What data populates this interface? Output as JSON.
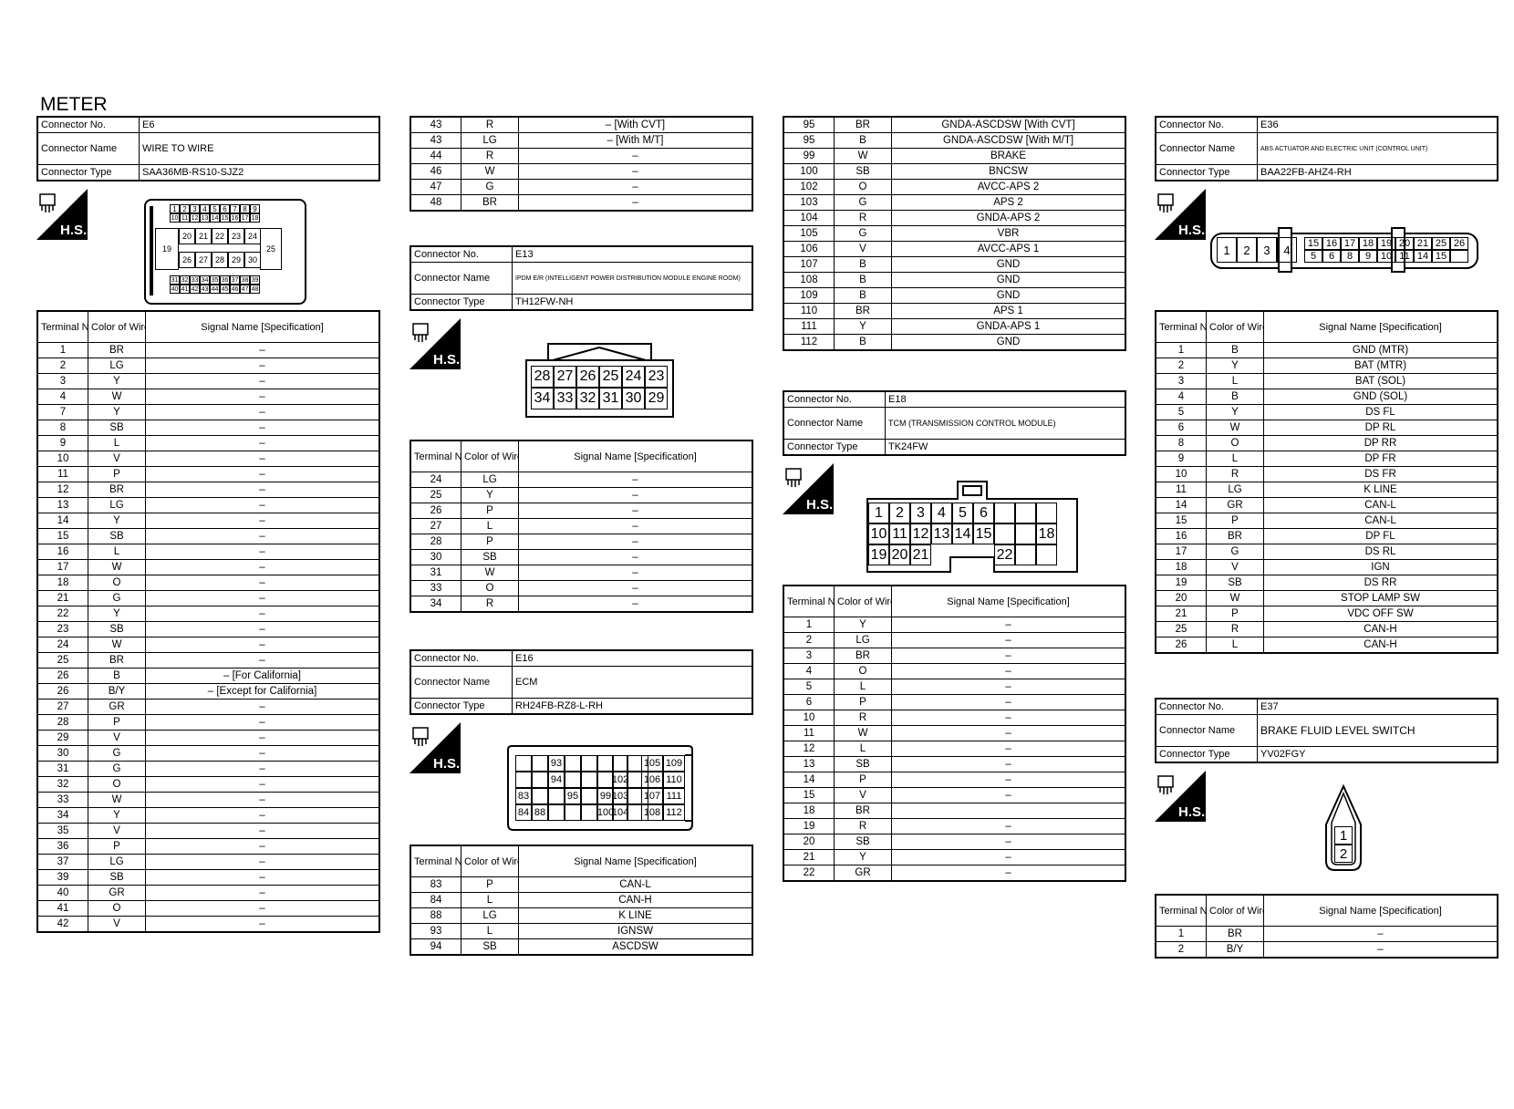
{
  "page_title": "METER",
  "hs_label": "H.S.",
  "headers": {
    "terminal": "Terminal No.",
    "color": "Color of Wire",
    "signal": "Signal Name [Specification]"
  },
  "labels": {
    "no": "Connector No.",
    "name": "Connector Name",
    "type": "Connector Type"
  },
  "e6": {
    "no": "E6",
    "name": "WIRE TO WIRE",
    "type": "SAA36MB-RS10-SJZ2",
    "diagram": {
      "row1": [
        "1",
        "2",
        "3",
        "4",
        "5",
        "6",
        "7",
        "8",
        "9"
      ],
      "row2": [
        "10",
        "11",
        "12",
        "13",
        "14",
        "15",
        "16",
        "17",
        "18"
      ],
      "row3": [
        "20",
        "21",
        "22",
        "23",
        "24"
      ],
      "row4": [
        "26",
        "27",
        "28",
        "29",
        "30"
      ],
      "left": "19",
      "right": "25",
      "row5": [
        "31",
        "32",
        "33",
        "34",
        "35",
        "36",
        "37",
        "38",
        "39"
      ],
      "row6": [
        "40",
        "41",
        "42",
        "43",
        "44",
        "45",
        "46",
        "47",
        "48"
      ]
    },
    "rows": [
      [
        "1",
        "BR",
        "–"
      ],
      [
        "2",
        "LG",
        "–"
      ],
      [
        "3",
        "Y",
        "–"
      ],
      [
        "4",
        "W",
        "–"
      ],
      [
        "7",
        "Y",
        "–"
      ],
      [
        "8",
        "SB",
        "–"
      ],
      [
        "9",
        "L",
        "–"
      ],
      [
        "10",
        "V",
        "–"
      ],
      [
        "11",
        "P",
        "–"
      ],
      [
        "12",
        "BR",
        "–"
      ],
      [
        "13",
        "LG",
        "–"
      ],
      [
        "14",
        "Y",
        "–"
      ],
      [
        "15",
        "SB",
        "–"
      ],
      [
        "16",
        "L",
        "–"
      ],
      [
        "17",
        "W",
        "–"
      ],
      [
        "18",
        "O",
        "–"
      ],
      [
        "21",
        "G",
        "–"
      ],
      [
        "22",
        "Y",
        "–"
      ],
      [
        "23",
        "SB",
        "–"
      ],
      [
        "24",
        "W",
        "–"
      ],
      [
        "25",
        "BR",
        "–"
      ],
      [
        "26",
        "B",
        "– [For California]"
      ],
      [
        "26",
        "B/Y",
        "– [Except for California]"
      ],
      [
        "27",
        "GR",
        "–"
      ],
      [
        "28",
        "P",
        "–"
      ],
      [
        "29",
        "V",
        "–"
      ],
      [
        "30",
        "G",
        "–"
      ],
      [
        "31",
        "G",
        "–"
      ],
      [
        "32",
        "O",
        "–"
      ],
      [
        "33",
        "W",
        "–"
      ],
      [
        "34",
        "Y",
        "–"
      ],
      [
        "35",
        "V",
        "–"
      ],
      [
        "36",
        "P",
        "–"
      ],
      [
        "37",
        "LG",
        "–"
      ],
      [
        "39",
        "SB",
        "–"
      ],
      [
        "40",
        "GR",
        "–"
      ],
      [
        "41",
        "O",
        "–"
      ],
      [
        "42",
        "V",
        "–"
      ]
    ]
  },
  "e6_cont": {
    "rows": [
      [
        "43",
        "R",
        "– [With CVT]"
      ],
      [
        "43",
        "LG",
        "– [With M/T]"
      ],
      [
        "44",
        "R",
        "–"
      ],
      [
        "46",
        "W",
        "–"
      ],
      [
        "47",
        "G",
        "–"
      ],
      [
        "48",
        "BR",
        "–"
      ]
    ]
  },
  "e13": {
    "no": "E13",
    "name": "IPDM E/R (INTELLIGENT POWER DISTRIBUTION MODULE ENGINE ROOM)",
    "type": "TH12FW-NH",
    "diagram": {
      "top": [
        "28",
        "27",
        "26",
        "25",
        "24",
        "23"
      ],
      "bottom": [
        "34",
        "33",
        "32",
        "31",
        "30",
        "29"
      ]
    },
    "rows": [
      [
        "24",
        "LG",
        "–"
      ],
      [
        "25",
        "Y",
        "–"
      ],
      [
        "26",
        "P",
        "–"
      ],
      [
        "27",
        "L",
        "–"
      ],
      [
        "28",
        "P",
        "–"
      ],
      [
        "30",
        "SB",
        "–"
      ],
      [
        "31",
        "W",
        "–"
      ],
      [
        "33",
        "O",
        "–"
      ],
      [
        "34",
        "R",
        "–"
      ]
    ]
  },
  "e16": {
    "no": "E16",
    "name": "ECM",
    "type": "RH24FB-RZ8-L-RH",
    "diagram": {
      "labels": [
        "93",
        "105",
        "109",
        "94",
        "102",
        "106",
        "110",
        "83",
        "95",
        "99",
        "103",
        "107",
        "111",
        "84",
        "88",
        "100",
        "104",
        "108",
        "112"
      ]
    },
    "rows": [
      [
        "83",
        "P",
        "CAN-L"
      ],
      [
        "84",
        "L",
        "CAN-H"
      ],
      [
        "88",
        "LG",
        "K LINE"
      ],
      [
        "93",
        "L",
        "IGNSW"
      ],
      [
        "94",
        "SB",
        "ASCDSW"
      ]
    ]
  },
  "e16_cont": {
    "rows": [
      [
        "95",
        "BR",
        "GNDA-ASCDSW [With CVT]"
      ],
      [
        "95",
        "B",
        "GNDA-ASCDSW [With M/T]"
      ],
      [
        "99",
        "W",
        "BRAKE"
      ],
      [
        "100",
        "SB",
        "BNCSW"
      ],
      [
        "102",
        "O",
        "AVCC-APS 2"
      ],
      [
        "103",
        "G",
        "APS 2"
      ],
      [
        "104",
        "R",
        "GNDA-APS 2"
      ],
      [
        "105",
        "G",
        "VBR"
      ],
      [
        "106",
        "V",
        "AVCC-APS 1"
      ],
      [
        "107",
        "B",
        "GND"
      ],
      [
        "108",
        "B",
        "GND"
      ],
      [
        "109",
        "B",
        "GND"
      ],
      [
        "110",
        "BR",
        "APS 1"
      ],
      [
        "111",
        "Y",
        "GNDA-APS 1"
      ],
      [
        "112",
        "B",
        "GND"
      ]
    ]
  },
  "e18": {
    "no": "E18",
    "name": "TCM (TRANSMISSION CONTROL MODULE)",
    "type": "TK24FW",
    "diagram": {
      "row1": [
        "1",
        "2",
        "3",
        "4",
        "5",
        "6"
      ],
      "row2": [
        "10",
        "11",
        "12",
        "13",
        "14",
        "15"
      ],
      "t18": "18",
      "row3": [
        "19",
        "20",
        "21"
      ],
      "t22": "22"
    },
    "rows": [
      [
        "1",
        "Y",
        "–"
      ],
      [
        "2",
        "LG",
        "–"
      ],
      [
        "3",
        "BR",
        "–"
      ],
      [
        "4",
        "O",
        "–"
      ],
      [
        "5",
        "L",
        "–"
      ],
      [
        "6",
        "P",
        "–"
      ],
      [
        "10",
        "R",
        "–"
      ],
      [
        "11",
        "W",
        "–"
      ],
      [
        "12",
        "L",
        "–"
      ],
      [
        "13",
        "SB",
        "–"
      ],
      [
        "14",
        "P",
        "–"
      ],
      [
        "15",
        "V",
        "–"
      ],
      [
        "18",
        "BR",
        ""
      ],
      [
        "19",
        "R",
        "–"
      ],
      [
        "20",
        "SB",
        "–"
      ],
      [
        "21",
        "Y",
        "–"
      ],
      [
        "22",
        "GR",
        "–"
      ]
    ]
  },
  "e36": {
    "no": "E36",
    "name": "ABS ACTUATOR AND ELECTRIC UNIT (CONTROL UNIT)",
    "type": "BAA22FB-AHZ4-RH",
    "diagram": {
      "big": [
        "1",
        "2",
        "3",
        "4"
      ],
      "top": [
        "15",
        "16",
        "17",
        "18",
        "19",
        "20",
        "21",
        "25",
        "26"
      ],
      "bottom": [
        "5",
        "6",
        "8",
        "9",
        "10",
        "11",
        "14",
        "15"
      ]
    },
    "rows": [
      [
        "1",
        "B",
        "GND (MTR)"
      ],
      [
        "2",
        "Y",
        "BAT (MTR)"
      ],
      [
        "3",
        "L",
        "BAT (SOL)"
      ],
      [
        "4",
        "B",
        "GND (SOL)"
      ],
      [
        "5",
        "Y",
        "DS FL"
      ],
      [
        "6",
        "W",
        "DP RL"
      ],
      [
        "8",
        "O",
        "DP RR"
      ],
      [
        "9",
        "L",
        "DP FR"
      ],
      [
        "10",
        "R",
        "DS FR"
      ],
      [
        "11",
        "LG",
        "K LINE"
      ],
      [
        "14",
        "GR",
        "CAN-L"
      ],
      [
        "15",
        "P",
        "CAN-L"
      ],
      [
        "16",
        "BR",
        "DP FL"
      ],
      [
        "17",
        "G",
        "DS RL"
      ],
      [
        "18",
        "V",
        "IGN"
      ],
      [
        "19",
        "SB",
        "DS RR"
      ],
      [
        "20",
        "W",
        "STOP LAMP SW"
      ],
      [
        "21",
        "P",
        "VDC OFF SW"
      ],
      [
        "25",
        "R",
        "CAN-H"
      ],
      [
        "26",
        "L",
        "CAN-H"
      ]
    ]
  },
  "e37": {
    "no": "E37",
    "name": "BRAKE FLUID LEVEL SWITCH",
    "type": "YV02FGY",
    "diagram": {
      "pins": [
        "1",
        "2"
      ]
    },
    "rows": [
      [
        "1",
        "BR",
        "–"
      ],
      [
        "2",
        "B/Y",
        "–"
      ]
    ]
  }
}
